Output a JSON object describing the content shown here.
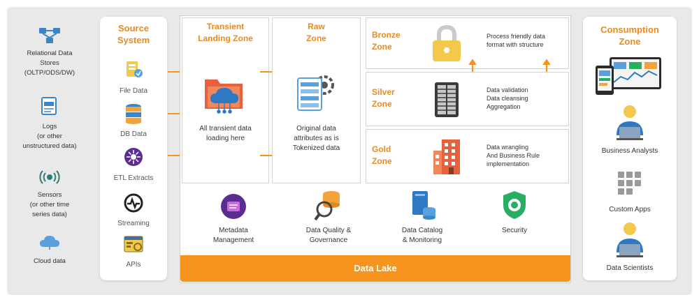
{
  "sources_left": [
    {
      "icon": "database-network-icon",
      "label": "Relational Data\nStores\n(OLTP/ODS/DW)"
    },
    {
      "icon": "log-file-icon",
      "label": "Logs\n(or other\nunstructured data)"
    },
    {
      "icon": "sensor-icon",
      "label": "Sensors\n(or other time\nseries data)"
    },
    {
      "icon": "cloud-icon",
      "label": "Cloud data"
    }
  ],
  "source_system": {
    "title": "Source\nSystem",
    "items": [
      {
        "icon": "file-data-icon",
        "label": "File Data"
      },
      {
        "icon": "db-data-icon",
        "label": "DB Data"
      },
      {
        "icon": "etl-icon",
        "label": "ETL Extracts"
      },
      {
        "icon": "streaming-icon",
        "label": "Streaming"
      },
      {
        "icon": "api-icon",
        "label": "APIs"
      }
    ]
  },
  "transient_zone": {
    "title": "Transient\nLanding Zone",
    "icon": "folder-cloud-icon",
    "text": "All transient data\nloading here"
  },
  "raw_zone": {
    "title": "Raw\nZone",
    "icon": "raw-data-gear-icon",
    "text": "Original data\nattributes as is\nTokenized data"
  },
  "bronze_zone": {
    "title": "Bronze\nZone",
    "icon": "lock-icon",
    "text": "Process friendly data\nformat with structure"
  },
  "silver_zone": {
    "title": "Silver\nZone",
    "icon": "server-rack-icon",
    "text": "Data validation\nData cleansing\nAggregation"
  },
  "gold_zone": {
    "title": "Gold\nZone",
    "icon": "building-icon",
    "text": "Data wrangling\nAnd Business Rule\nimplementation"
  },
  "services": [
    {
      "icon": "metadata-icon",
      "label": "Metadata\nManagement"
    },
    {
      "icon": "data-quality-icon",
      "label": "Data Quality &\nGovernance"
    },
    {
      "icon": "data-catalog-icon",
      "label": "Data Catalog\n& Monitoring"
    },
    {
      "icon": "security-shield-icon",
      "label": "Security"
    }
  ],
  "data_lake": {
    "label": "Data Lake"
  },
  "consumption": {
    "title": "Consumption\nZone",
    "items": [
      {
        "icon": "dashboard-devices-icon",
        "label": ""
      },
      {
        "icon": "business-analyst-icon",
        "label": "Business Analysts"
      },
      {
        "icon": "apps-grid-icon",
        "label": "Custom Apps"
      },
      {
        "icon": "data-scientist-icon",
        "label": "Data Scientists"
      }
    ]
  },
  "colors": {
    "orange": "#f7941d",
    "title_orange": "#e98a1e",
    "blue": "#2f78c4",
    "panel_bg": "#e9e9e9"
  }
}
